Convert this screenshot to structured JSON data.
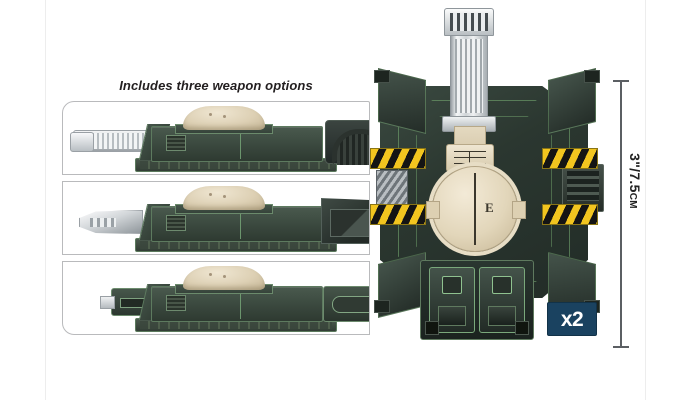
{
  "image": {
    "subject": "miniature-wargame-vehicle-product-shot",
    "background_color": "#ffffff"
  },
  "weapon_options": {
    "title": "Includes three weapon options",
    "panels": [
      {
        "name": "option-1",
        "weapon": "long-barrelled-cannon",
        "attachment": "ribbed-ammo-feed-hose"
      },
      {
        "name": "option-2",
        "weapon": "short-heavy-cannon",
        "attachment": "angular-armour-box"
      },
      {
        "name": "option-3",
        "weapon": "stubby-turret-mount",
        "attachment": "flat-armour-plate"
      }
    ]
  },
  "model": {
    "name": "top-down-vehicle",
    "turret_glyph": "E",
    "colors": {
      "armour_green": "#2b3730",
      "panel_line_green": "#7ab074",
      "hazard_yellow": "#f2c51f",
      "hazard_black": "#141414",
      "bone_cream": "#e7ddc5",
      "metal_silver": "#cfd4d7"
    }
  },
  "dimension": {
    "label": "3\"/7.5",
    "unit": "CM"
  },
  "badge": {
    "quantity_label": "x2",
    "background": "#1a4260",
    "text_color": "#ffffff"
  }
}
